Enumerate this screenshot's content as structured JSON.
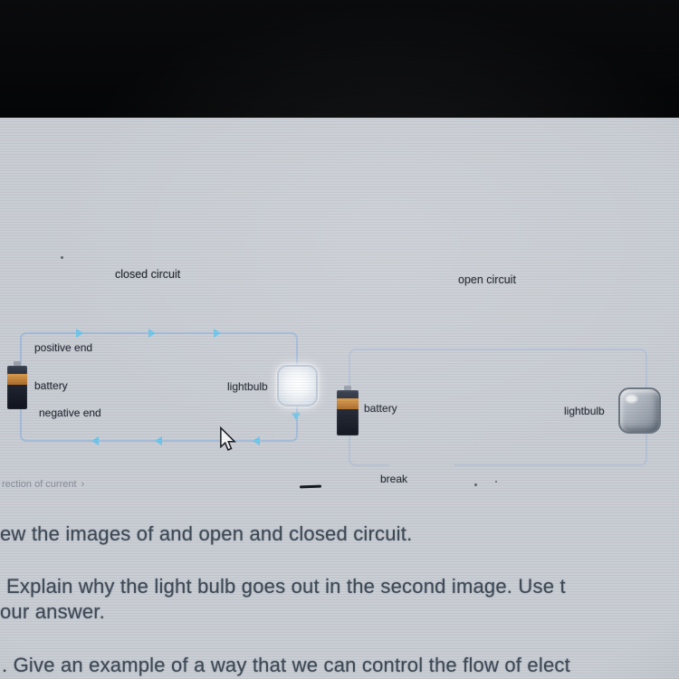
{
  "closed_circuit": {
    "title": "closed circuit",
    "positive_end": "positive end",
    "battery": "battery",
    "negative_end": "negative end",
    "lightbulb": "lightbulb"
  },
  "open_circuit": {
    "title": "open circuit",
    "battery": "battery",
    "lightbulb": "lightbulb",
    "break_label": "break"
  },
  "footer": {
    "direction_caption": "rection of current",
    "caption_arrow": "›"
  },
  "questions": {
    "review_line": "ew the images of and open and closed circuit.",
    "q4_line1": "Explain why the light bulb goes out in the second image. Use t",
    "q4_line2": "our answer.",
    "q5_line": ". Give an example of a way that we can control the flow of elect"
  },
  "colors": {
    "wire_closed": "#a4bcda",
    "wire_open": "#b7c3d8",
    "current_arrow": "#6fc6ea",
    "battery_body": "#1c222e",
    "battery_band": "#c9873f",
    "diagram_text": "#2b3039",
    "question_text": "#3e4a57",
    "background": "#c9cdd4",
    "top_bar": "#060708"
  }
}
